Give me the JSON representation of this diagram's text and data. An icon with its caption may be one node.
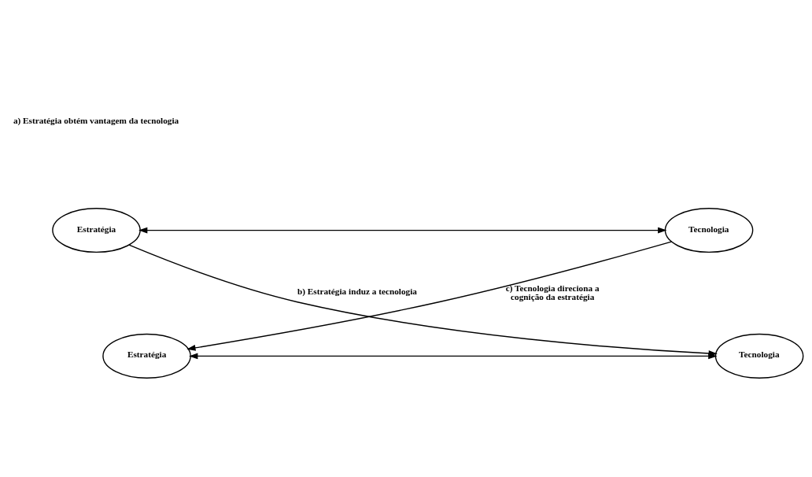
{
  "diagram": {
    "nodes": [
      {
        "text": [
          "Estratégia"
        ]
      },
      {
        "text": [
          "Tecnologia"
        ]
      },
      {
        "text": [
          "Estratégia"
        ]
      },
      {
        "text": [
          "Tecnologia"
        ]
      }
    ],
    "edges": [
      {
        "from": 0,
        "to": 1,
        "arrow": "both"
      },
      {
        "from": 0,
        "to": 3,
        "arrow": "to",
        "label": "b) Estratégia induz a tecnologia"
      },
      {
        "from": 1,
        "to": 2,
        "arrow": "to",
        "label": "c) Tecnologia direciona a cognição da estratégia"
      },
      {
        "from": 2,
        "to": 3,
        "arrow": "both"
      }
    ],
    "labels": [
      "a) Estratégia obtém vantagem da tecnologia"
    ]
  }
}
